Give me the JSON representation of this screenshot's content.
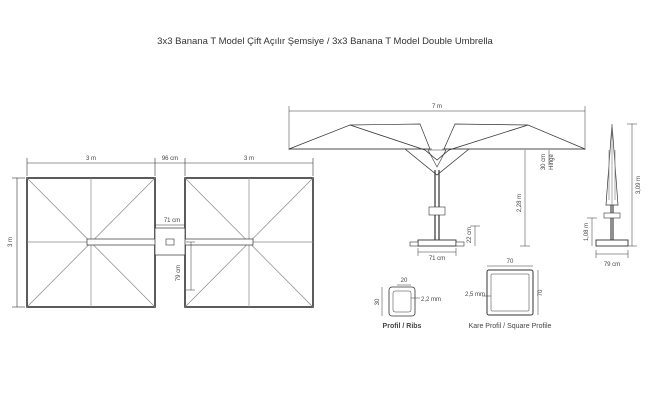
{
  "title": "3x3 Banana T Model Çift Açılır Şemsiye / 3x3 Banana T Model Double Umbrella",
  "top_view": {
    "width_left": "3 m",
    "gap": "96 cm",
    "width_right": "3 m",
    "height": "3 m",
    "center_width": "71 cm",
    "center_height": "79 cm"
  },
  "front_view": {
    "span": "7 m",
    "pole_height": "2,28 m",
    "hinge": "30 cm",
    "hinge_label": "Hinge",
    "base_height": "22 cm",
    "base_width": "71 cm"
  },
  "side_view": {
    "total_height": "3,09 m",
    "lower_height": "1,08 m",
    "base_width": "79 cm"
  },
  "rib_profile": {
    "width": "20",
    "height": "30",
    "thickness": "2,2 mm",
    "caption": "Profil / Ribs"
  },
  "square_profile": {
    "width": "70",
    "height": "70",
    "thickness": "2,5 mm",
    "caption": "Kare Profil / Square Profile"
  },
  "colors": {
    "line": "#333333",
    "canopy": "#555555"
  }
}
